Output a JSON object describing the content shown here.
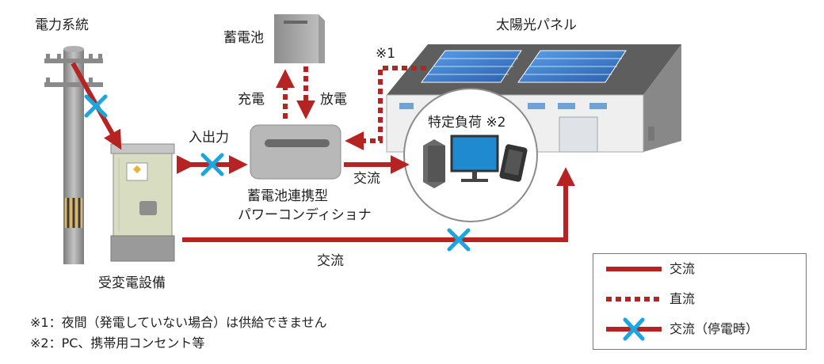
{
  "labels": {
    "grid": "電力系統",
    "battery": "蓄電池",
    "solar": "太陽光パネル",
    "note1_mark": "※1",
    "charge": "充電",
    "discharge": "放電",
    "io": "入出力",
    "ac_right": "交流",
    "specific_load": "特定負荷 ※2",
    "pcs_line1": "蓄電池連携型",
    "pcs_line2": "パワーコンディショナ",
    "ac_bottom": "交流",
    "switchboard": "受変電設備"
  },
  "footnotes": [
    "※1：夜間（発電していない場合）は供給できません",
    "※2：PC、携帯用コンセント等"
  ],
  "legend": {
    "items": [
      {
        "label": "交流"
      },
      {
        "label": "直流"
      },
      {
        "label": "交流（停電時）"
      }
    ]
  },
  "colors": {
    "ac": "#b52323",
    "cross": "#1ba6e0",
    "pole": "#9a9a9a",
    "switchboard": "#d8dcc0",
    "panel": "#3a78c8",
    "building": "#efefef"
  },
  "icons": [
    "utility-pole-icon",
    "battery-box-icon",
    "power-conditioner-icon",
    "switchboard-icon",
    "solar-building-icon",
    "pc-tower-icon",
    "monitor-icon",
    "phone-icon",
    "outage-cross-icon"
  ]
}
